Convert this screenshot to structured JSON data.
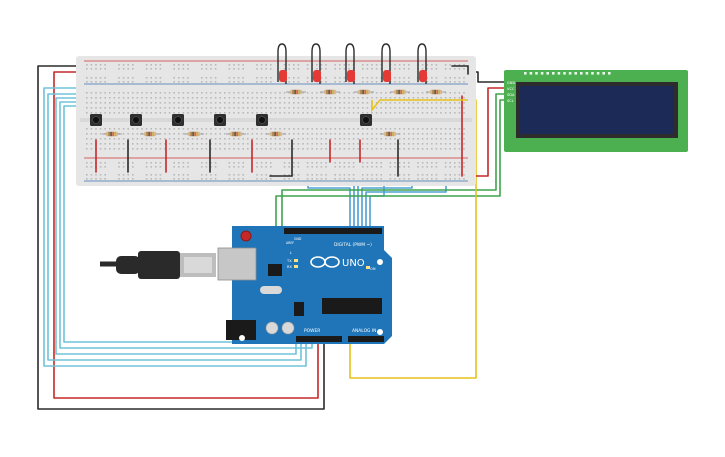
{
  "canvas": {
    "background": "#ffffff"
  },
  "colors": {
    "breadboard": "#e6e6e6",
    "breadboard_hole": "#b9b9b9",
    "rail_red": "#d32f2f",
    "rail_blue": "#3b6fb0",
    "wire_black": "#2b2b2b",
    "wire_red": "#c62828",
    "wire_cyan": "#6ec3d8",
    "wire_blue": "#4ea0d4",
    "wire_green": "#3fa34d",
    "wire_yellow": "#e6c21a",
    "arduino_board": "#1f75b8",
    "lcd_pcb": "#4caf50",
    "lcd_screen": "#1c2a57",
    "led_red": "#e53935",
    "usb_cable": "#2a2a2a",
    "usb_plug": "#bdbdbd"
  },
  "icons": {
    "arduino_logo": "infinity-logo",
    "led": "red-led",
    "pushbutton": "tactile-pushbutton",
    "resistor": "resistor"
  },
  "arduino": {
    "model_label": "UNO",
    "digital_label": "DIGITAL (PWM ~)",
    "power_label": "POWER",
    "analog_label": "ANALOG IN",
    "tx_label": "TX",
    "rx_label": "RX",
    "l_label": "L",
    "on_label": "ON",
    "aref_label": "AREF",
    "gnd_label": "GND"
  },
  "lcd": {
    "pin_labels": [
      "GND",
      "VCC",
      "SDA",
      "SCL"
    ]
  },
  "components": {
    "pushbutton_count": 6,
    "led_count": 5,
    "resistor_count": 11
  }
}
